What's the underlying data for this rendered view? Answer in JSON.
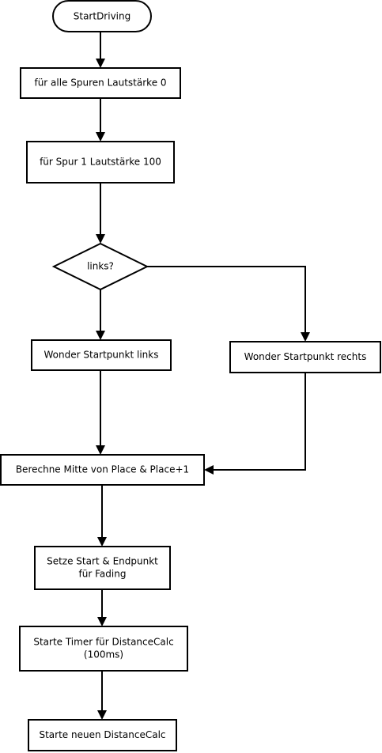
{
  "nodes": {
    "start": {
      "label": "StartDriving"
    },
    "mute_all": {
      "label": "für alle Spuren Lautstärke 0"
    },
    "track1_volume": {
      "label": "für Spur 1 Lautstärke 100"
    },
    "decision_left": {
      "label": "links?"
    },
    "startpoint_left": {
      "label": "Wonder Startpunkt links"
    },
    "startpoint_right": {
      "label": "Wonder Startpunkt rechts"
    },
    "compute_mid": {
      "label": "Berechne Mitte von Place & Place+1"
    },
    "set_points": {
      "line1": "Setze Start & Endpunkt",
      "line2": "für Fading"
    },
    "start_timer": {
      "line1": "Starte Timer für DistanceCalc",
      "line2": "(100ms)"
    },
    "new_calc": {
      "label": "Starte neuen DistanceCalc"
    }
  }
}
